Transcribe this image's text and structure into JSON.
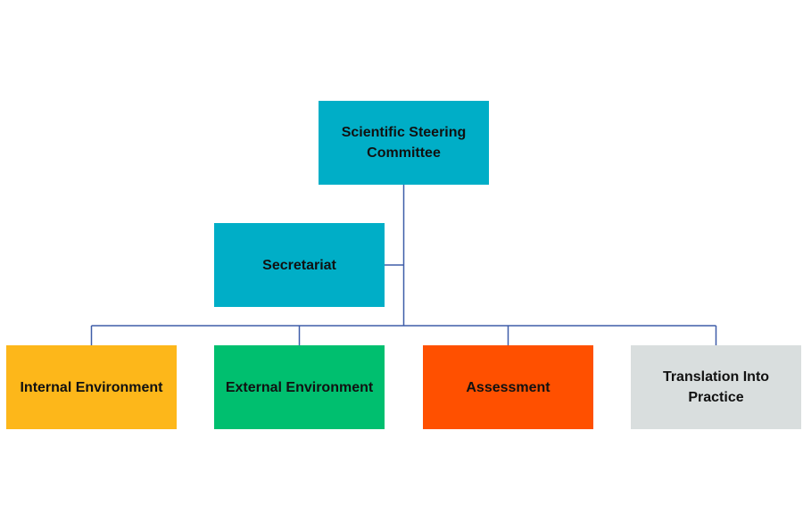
{
  "org_chart": {
    "root": {
      "label": "Scientific Steering Committee",
      "color": "#00AEC7"
    },
    "assistant": {
      "label": "Secretariat",
      "color": "#00AEC7"
    },
    "children": [
      {
        "label": "Internal Environment",
        "color": "#FDB71A"
      },
      {
        "label": "External Environment",
        "color": "#00BF6F"
      },
      {
        "label": "Assessment",
        "color": "#FF5000"
      },
      {
        "label": "Translation Into Practice",
        "color": "#D9DEDE"
      }
    ],
    "connector_color": "#3E5DA8"
  }
}
